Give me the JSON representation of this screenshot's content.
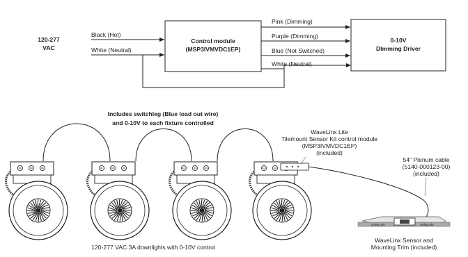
{
  "wiring": {
    "source_label_1": "120-277",
    "source_label_2": "VAC",
    "wire_black": "Black (Hot)",
    "wire_white_in": "White (Neutral)",
    "control_module_title": "Control module",
    "control_module_part": "(MSP3IVMVDC1EP)",
    "wire_pink": "Pink (Dimming)",
    "wire_purple": "Purple (Dimming)",
    "wire_blue": "Blue (Not Switched)",
    "wire_white_out": "White (Neutral)",
    "driver_title": "0-10V",
    "driver_subtitle": "DImming Driver"
  },
  "install": {
    "note_line_1": "Includes switchleg (Blue load out wire)",
    "note_line_2": "and 0-10V to each fixture controlled",
    "kit_line_1": "WaveLinx Lite",
    "kit_line_2": "Tilemount Sensor Kit control module",
    "kit_line_3": "(MSP3IVMVDC1EP)",
    "kit_line_4": "(included)",
    "cable_line_1": "54\" Plenum cable",
    "cable_line_2": "(5140-000123-00)",
    "cable_line_3": "(included)",
    "sensor_line_1": "WaveLinx Sensor and",
    "sensor_line_2": "Mounting Trim (included)",
    "tile_label_left": "ceiling tile",
    "tile_label_right": "ceiling tile",
    "downlights_caption": "120-277 VAC 3A downlights with 0-10V control"
  }
}
